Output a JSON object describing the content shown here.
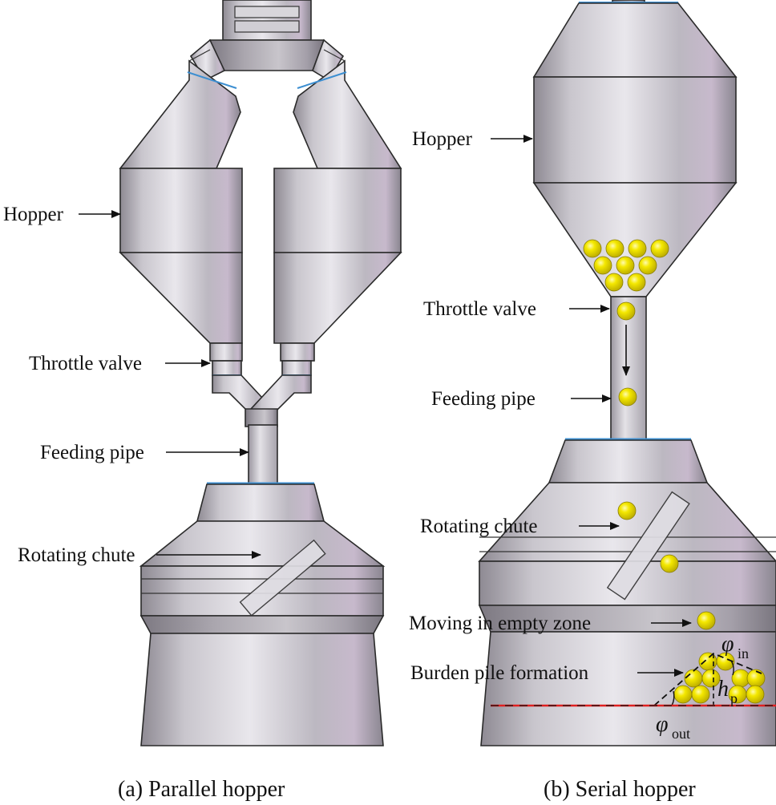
{
  "panel_a": {
    "caption": "(a) Parallel hopper",
    "labels": {
      "hopper": "Hopper",
      "throttle_valve": "Throttle valve",
      "feeding_pipe": "Feeding pipe",
      "rotating_chute": "Rotating chute"
    }
  },
  "panel_b": {
    "caption": "(b) Serial hopper",
    "labels": {
      "hopper": "Hopper",
      "throttle_valve": "Throttle valve",
      "feeding_pipe": "Feeding pipe",
      "rotating_chute": "Rotating chute",
      "moving_empty_zone": "Moving in empty zone",
      "burden_pile": "Burden pile formation"
    },
    "symbols": {
      "phi_in": "φ",
      "phi_in_sub": "in",
      "h_p": "h",
      "h_p_sub": "p",
      "phi_out": "φ",
      "phi_out_sub": "out"
    }
  },
  "colors": {
    "metal_light": "#e6e4e8",
    "metal_mid": "#b9b6bd",
    "metal_dark": "#8f8b94",
    "particle": "#f2e600",
    "seam": "#3d8fd1",
    "stockline": "#e02020"
  }
}
